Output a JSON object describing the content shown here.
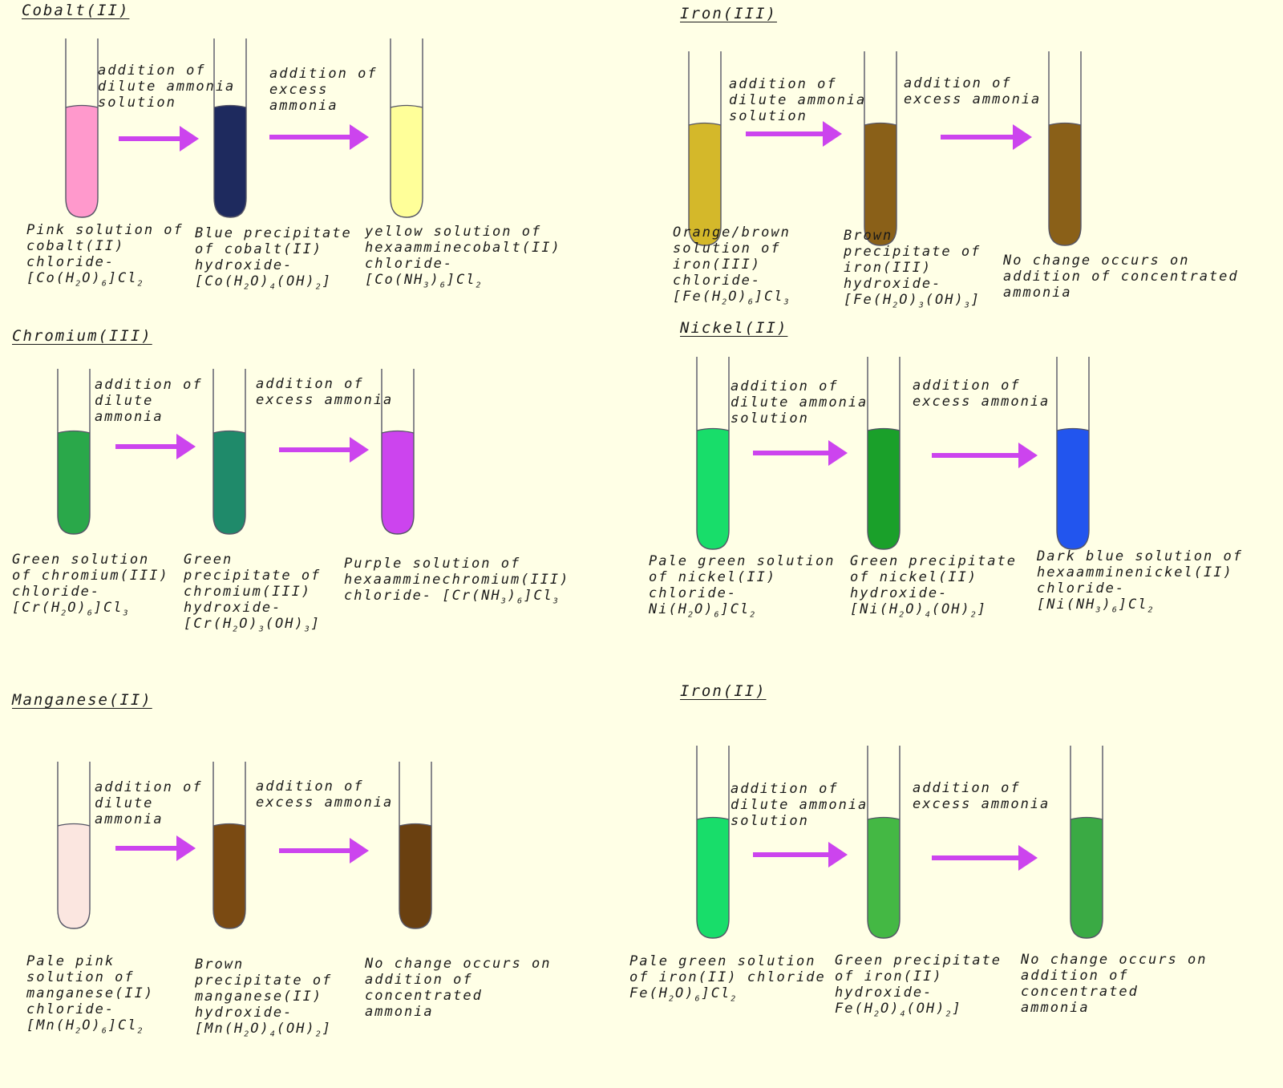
{
  "colors": {
    "arrow": "#cc44ee",
    "tube_outline": "#555566",
    "background": "#ffffe6"
  },
  "cobalt": {
    "title": "Cobalt(II)",
    "step1": "addition of\ndilute ammonia\nsolution",
    "step2": "addition of\nexcess\nammonia",
    "tube1": {
      "color": "#ff99cc",
      "caption": "Pink solution of\ncobalt(II)\nchloride-\n[Co(H<sub>2</sub>O)<sub>6</sub>]Cl<sub>2</sub>"
    },
    "tube2": {
      "color": "#1e2a5e",
      "caption": "Blue precipitate\nof cobalt(II)\nhydroxide-\n[Co(H<sub>2</sub>O)<sub>4</sub>(OH)<sub>2</sub>]"
    },
    "tube3": {
      "color": "#ffff99",
      "caption": "yellow solution of\nhexaamminecobalt(II)\nchloride-\n[Co(NH<sub>3</sub>)<sub>6</sub>]Cl<sub>2</sub>"
    }
  },
  "iron3": {
    "title": "Iron(III)",
    "step1": "addition of\ndilute ammonia\nsolution",
    "step2": "addition of\nexcess ammonia",
    "tube1": {
      "color": "#d4b82a",
      "caption": "Orange/brown\nsolution of\niron(III)\nchloride-\n[Fe(H<sub>2</sub>O)<sub>6</sub>]Cl<sub>3</sub>"
    },
    "tube2": {
      "color": "#8a6018",
      "caption": "Brown\nprecipitate of\niron(III)\nhydroxide-\n[Fe(H<sub>2</sub>O)<sub>3</sub>(OH)<sub>3</sub>]"
    },
    "tube3": {
      "color": "#8a6018",
      "caption": "No change occurs on\naddition of concentrated\nammonia"
    }
  },
  "chromium": {
    "title": "Chromium(III)",
    "step1": "addition of\ndilute\nammonia",
    "step2": "addition of\nexcess ammonia",
    "tube1": {
      "color": "#2aa84a",
      "caption": "Green solution\nof chromium(III)\nchloride-\n[Cr(H<sub>2</sub>O)<sub>6</sub>]Cl<sub>3</sub>"
    },
    "tube2": {
      "color": "#1f8a6a",
      "caption": "Green\nprecipitate of\nchromium(III)\nhydroxide-\n[Cr(H<sub>2</sub>O)<sub>3</sub>(OH)<sub>3</sub>]"
    },
    "tube3": {
      "color": "#cc44ee",
      "caption": "Purple solution of\nhexaamminechromium(III)\nchloride- [Cr(NH<sub>3</sub>)<sub>6</sub>]Cl<sub>3</sub>"
    }
  },
  "nickel": {
    "title": "Nickel(II)",
    "step1": "addition of\ndilute ammonia\nsolution",
    "step2": "addition of\nexcess ammonia",
    "tube1": {
      "color": "#18dd6a",
      "caption": "Pale green solution\nof nickel(II)\nchloride-\nNi(H<sub>2</sub>O)<sub>6</sub>]Cl<sub>2</sub>"
    },
    "tube2": {
      "color": "#1aa02a",
      "caption": "Green precipitate\nof nickel(II)\nhydroxide-\n[Ni(H<sub>2</sub>O)<sub>4</sub>(OH)<sub>2</sub>]"
    },
    "tube3": {
      "color": "#2255ee",
      "caption": "Dark blue solution of\nhexaamminenickel(II)\nchloride-\n[Ni(NH<sub>3</sub>)<sub>6</sub>]Cl<sub>2</sub>"
    }
  },
  "manganese": {
    "title": "Manganese(II)",
    "step1": "addition of\ndilute\nammonia",
    "step2": "addition of\nexcess ammonia",
    "tube1": {
      "color": "#fbe6e0",
      "caption": "Pale pink\nsolution of\nmanganese(II)\nchloride-\n[Mn(H<sub>2</sub>O)<sub>6</sub>]Cl<sub>2</sub>"
    },
    "tube2": {
      "color": "#7a4a12",
      "caption": "Brown\nprecipitate of\nmanganese(II)\nhydroxide-\n[Mn(H<sub>2</sub>O)<sub>4</sub>(OH)<sub>2</sub>]"
    },
    "tube3": {
      "color": "#6a4010",
      "caption": "No change occurs on\naddition of\nconcentrated\nammonia"
    }
  },
  "iron2": {
    "title": "Iron(II)",
    "step1": "addition of\ndilute ammonia\nsolution",
    "step2": "addition of\nexcess ammonia",
    "tube1": {
      "color": "#18dd6a",
      "caption": "Pale green solution\nof iron(II) chloride\nFe(H<sub>2</sub>O)<sub>6</sub>]Cl<sub>2</sub>"
    },
    "tube2": {
      "color": "#44b844",
      "caption": "Green precipitate\nof iron(II)\nhydroxide-\nFe(H<sub>2</sub>O)<sub>4</sub>(OH)<sub>2</sub>]"
    },
    "tube3": {
      "color": "#3aaa44",
      "caption": "No change occurs on\naddition of\nconcentrated\nammonia"
    }
  }
}
